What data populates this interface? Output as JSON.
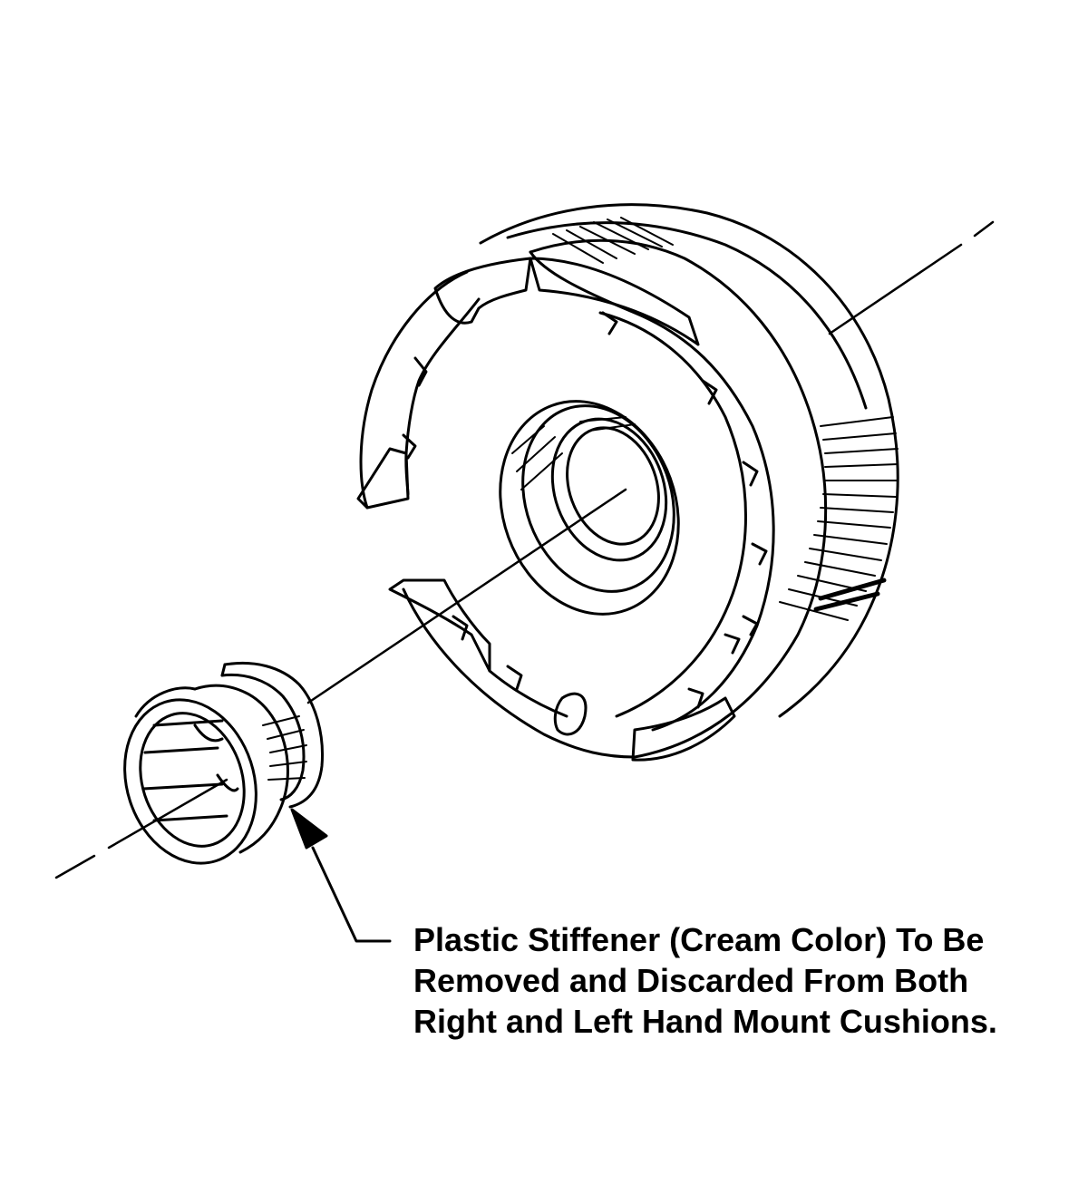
{
  "callout": {
    "lines": [
      "Plastic Stiffener (Cream Color) To Be",
      "Removed and Discarded From Both",
      "Right and Left Hand Mount Cushions."
    ]
  },
  "colors": {
    "ink": "#000000",
    "paper": "#ffffff"
  },
  "parts": [
    "mount-cushion",
    "plastic-stiffener",
    "center-axis-line",
    "leader-arrow"
  ]
}
